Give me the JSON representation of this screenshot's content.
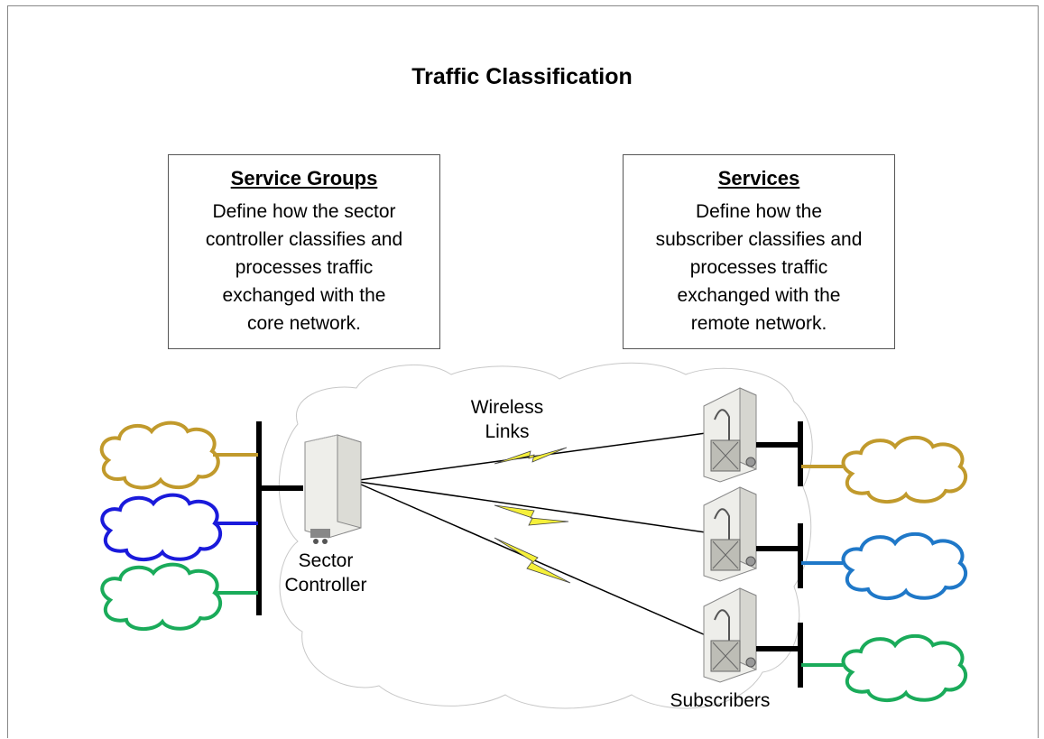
{
  "title": "Traffic Classification",
  "service_groups": {
    "heading": "Service Groups",
    "lines": [
      "Define how the sector",
      "controller classifies and",
      "processes  traffic",
      "exchanged with the",
      "core network."
    ]
  },
  "services": {
    "heading": "Services",
    "lines": [
      "Define how the",
      "subscriber classifies and",
      "processes traffic",
      "exchanged with the",
      "remote network."
    ]
  },
  "labels": {
    "wireless_line1": "Wireless",
    "wireless_line2": "Links",
    "sector_line1": "Sector",
    "sector_line2": "Controller",
    "subscribers": "Subscribers"
  },
  "colors": {
    "core_cloud_1": "#c19a2c",
    "core_cloud_2": "#1a1adb",
    "core_cloud_3": "#1aab5a",
    "remote_cloud_1": "#c19a2c",
    "remote_cloud_2": "#1f78c8",
    "remote_cloud_3": "#1aab5a",
    "lightning": "#f5f03a"
  }
}
